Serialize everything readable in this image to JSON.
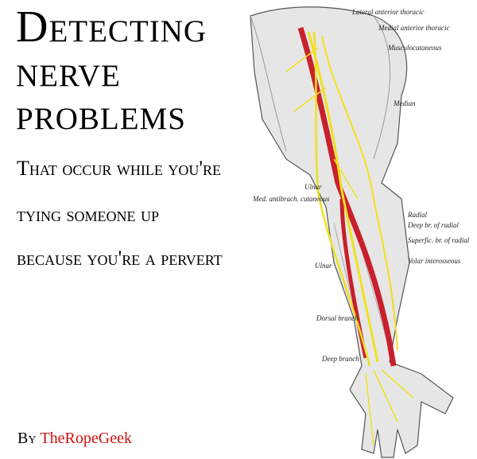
{
  "title_lines": [
    "Detecting",
    "nerve",
    "problems"
  ],
  "subtitle_lines": [
    "That occur while you're",
    "tying someone up",
    "because you're a pervert"
  ],
  "byline": {
    "prefix": "By",
    "author": "TheRopeGeek"
  },
  "illustration_labels": {
    "lateral_anterior_thoracic": "Lateral anterior thoracic",
    "medial_anterior_thoracic": "Medial anterior thoracic",
    "musculocutaneous": "Musculocutaneous",
    "median": "Median",
    "ulnar_upper": "Ulnar",
    "med_antibrach": "Med. antibrach. cutaneous",
    "radial": "Radial",
    "deep_br_radial": "Deep br. of radial",
    "superfic_br_radial": "Superfic. br. of radial",
    "volar_interosseous": "Volar interosseous",
    "ulnar_lower": "Ulnar",
    "dorsal_branch": "Dorsal branch",
    "deep_branch": "Deep branch"
  },
  "colors": {
    "author": "#d01010",
    "artery": "#c8202c",
    "nerve": "#f0e020"
  }
}
